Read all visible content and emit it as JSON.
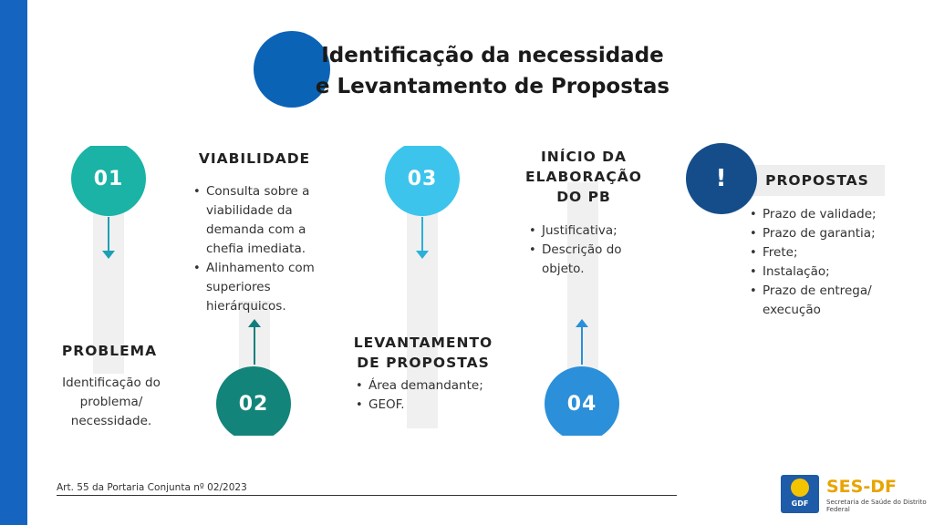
{
  "title": {
    "line1": "Identificação da necessidade",
    "line2": "e Levantamento de Propostas"
  },
  "steps": {
    "s01": {
      "number": "01",
      "heading": "PROBLEMA",
      "text": "Identificação do problema/ necessidade."
    },
    "s02": {
      "number": "02",
      "heading": "VIABILIDADE",
      "bullets": [
        "Consulta sobre a viabilidade da demanda com a chefia imediata.",
        "Alinhamento com superiores hierárquicos."
      ]
    },
    "s03": {
      "number": "03",
      "heading_line1": "LEVANTAMENTO",
      "heading_line2": "DE PROPOSTAS",
      "bullets": [
        "Área demandante;",
        "GEOF."
      ]
    },
    "s04": {
      "number": "04",
      "heading_line1": "INÍCIO DA",
      "heading_line2": "ELABORAÇÃO",
      "heading_line3": "DO PB",
      "bullets": [
        "Justificativa;",
        "Descrição do objeto."
      ]
    },
    "s05": {
      "symbol": "!",
      "heading": "PROPOSTAS",
      "bullets": [
        "Prazo de validade;",
        "Prazo de garantia;",
        "Frete;",
        "Instalação;",
        "Prazo de entrega/ execução"
      ]
    }
  },
  "colors": {
    "sidebar": "#1565c0",
    "title_circle": "#0b63b6",
    "c01": "#1bb3a5",
    "c02": "#12847a",
    "c03": "#3cc4ec",
    "c04": "#2b8fd9",
    "c05": "#154d8b",
    "arrow_teal": "#1d9fb5",
    "arrow_dark": "#137d7c",
    "arrow_blue": "#2b8fd9"
  },
  "footer": {
    "reference": "Art. 55 da Portaria Conjunta nº 02/2023"
  },
  "logo": {
    "badge": "GDF",
    "name": "SES-DF",
    "subtitle": "Secretaria de Saúde do Distrito Federal"
  }
}
